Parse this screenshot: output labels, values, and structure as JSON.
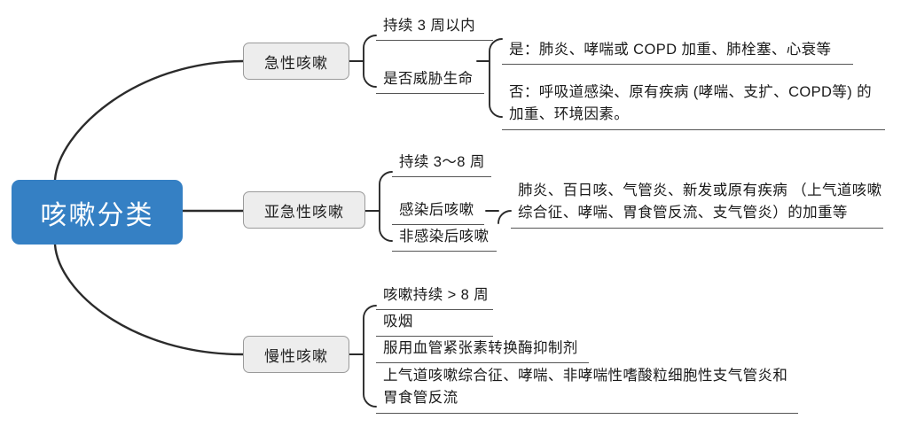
{
  "diagram": {
    "title": "咳嗽分类",
    "type": "mindmap",
    "root": {
      "label": "咳嗽分类",
      "color": "#3580c4",
      "text_color": "#ffffff"
    },
    "branch_style": {
      "fill": "#ededed",
      "border": "#9a9a9a",
      "text_color": "#222222"
    },
    "line_color": "#2b2b2b",
    "branches": [
      {
        "id": "acute",
        "label": "急性咳嗽",
        "items": [
          {
            "id": "acute-duration",
            "label": "持续 3 周以内"
          },
          {
            "id": "acute-lifethreat",
            "label": "是否威胁生命"
          }
        ],
        "details": [
          {
            "id": "acute-yes",
            "label": "是：肺炎、哮喘或 COPD 加重、肺栓塞、心衰等"
          },
          {
            "id": "acute-no",
            "label": "否：呼吸道感染、原有疾病 (哮喘、支扩、COPD等) 的加重、环境因素。"
          }
        ]
      },
      {
        "id": "subacute",
        "label": "亚急性咳嗽",
        "items": [
          {
            "id": "sub-duration",
            "label": "持续 3～8 周"
          },
          {
            "id": "sub-postinfect",
            "label": "感染后咳嗽"
          },
          {
            "id": "sub-nonpostinfect",
            "label": "非感染后咳嗽"
          }
        ],
        "details": [
          {
            "id": "sub-causes",
            "label": "肺炎、百日咳、气管炎、新发或原有疾病 （上气道咳嗽综合征、哮喘、胃食管反流、支气管炎）的加重等"
          }
        ]
      },
      {
        "id": "chronic",
        "label": "慢性咳嗽",
        "items": [
          {
            "id": "chronic-duration",
            "label": "咳嗽持续 > 8 周"
          },
          {
            "id": "chronic-smoking",
            "label": "吸烟"
          },
          {
            "id": "chronic-acei",
            "label": "服用血管紧张素转换酶抑制剂"
          },
          {
            "id": "chronic-causes",
            "label": "上气道咳嗽综合征、哮喘、非哮喘性嗜酸粒细胞性支气管炎和胃食管反流"
          }
        ],
        "details": []
      }
    ]
  }
}
